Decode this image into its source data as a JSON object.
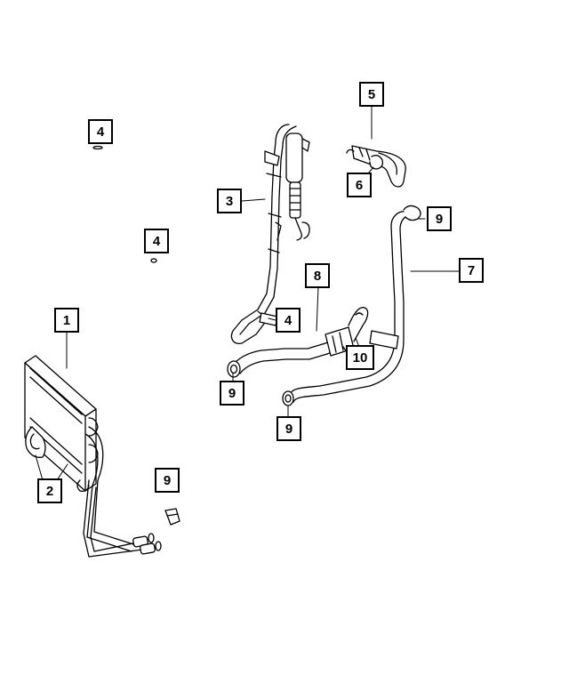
{
  "callouts": [
    {
      "id": "callout-1",
      "label": "1"
    },
    {
      "id": "callout-2",
      "label": "2"
    },
    {
      "id": "callout-3",
      "label": "3"
    },
    {
      "id": "callout-4a",
      "label": "4"
    },
    {
      "id": "callout-4b",
      "label": "4"
    },
    {
      "id": "callout-4c",
      "label": "4"
    },
    {
      "id": "callout-5",
      "label": "5"
    },
    {
      "id": "callout-6",
      "label": "6"
    },
    {
      "id": "callout-7",
      "label": "7"
    },
    {
      "id": "callout-8",
      "label": "8"
    },
    {
      "id": "callout-9a",
      "label": "9"
    },
    {
      "id": "callout-9b",
      "label": "9"
    },
    {
      "id": "callout-9c",
      "label": "9"
    },
    {
      "id": "callout-9d",
      "label": "9"
    },
    {
      "id": "callout-10",
      "label": "10"
    }
  ],
  "colors": {
    "line": "#000000",
    "background": "#ffffff"
  }
}
